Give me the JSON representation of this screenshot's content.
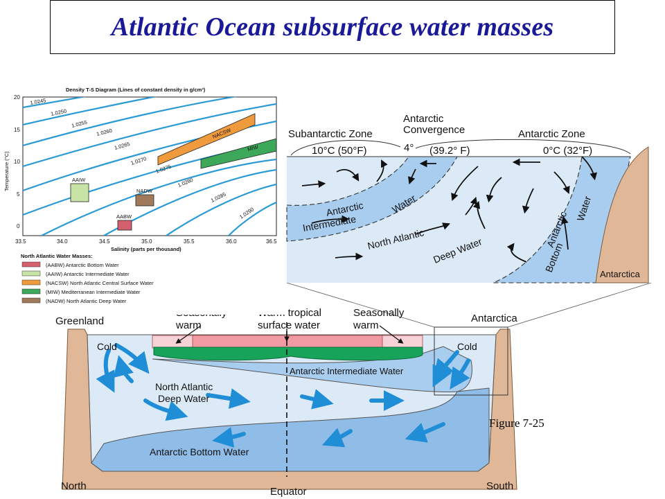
{
  "title": "Atlantic Ocean subsurface water masses",
  "figure_caption": "Figure 7-25",
  "colors": {
    "title": "#1a1a99",
    "isopycnal": "#2a9ad6",
    "land": "#e0b898",
    "water_light": "#dbeaf6",
    "water_blue": "#a9cdee",
    "arrow_blue": "#1f8ed6",
    "warm_pink": "#f09aa4",
    "warm_light": "#f6d2d6",
    "intermediate_green": "#17a45a"
  },
  "ts": {
    "title": "Density T-S Diagram (Lines of constant density in g/cm³)",
    "ylabel": "Temperature (°C)",
    "xlabel": "Salinity (parts per thousand)",
    "y_ticks": [
      "20",
      "15",
      "10",
      "5",
      "0"
    ],
    "x_ticks": [
      "33.5",
      "34.0",
      "34.5",
      "35.0",
      "35.5",
      "36.0",
      "36.5"
    ],
    "density_labels": [
      "1.0245",
      "1.0250",
      "1.0255",
      "1.0260",
      "1.0265",
      "1.0270",
      "1.0275",
      "1.0280",
      "1.0285",
      "1.0290"
    ],
    "box_labels": {
      "aaiw": "AAIW",
      "nadw": "NADW",
      "aabw": "AABW",
      "nacsw": "NACSW",
      "miw": "MIW"
    },
    "legend_title": "North Atlantic Water Masses:",
    "legend": [
      {
        "label": "(AABW) Antarctic Bottom Water",
        "color": "#d4606e"
      },
      {
        "label": "(AAIW) Antarctic Intermediate Water",
        "color": "#c8e3a6"
      },
      {
        "label": "(NACSW) North Atlantic Central Surface Water",
        "color": "#ef9a3c"
      },
      {
        "label": "(MIW) Mediterranean Intermediate Water",
        "color": "#3da85a"
      },
      {
        "label": "(NADW) North Atlantic Deep Water",
        "color": "#a07a5a"
      }
    ]
  },
  "inset": {
    "subantarctic_zone": "Subantarctic Zone",
    "convergence_line1": "Antarctic",
    "convergence_line2": "Convergence",
    "antarctic_zone": "Antarctic Zone",
    "temp_left": "10°C (50°F)",
    "temp_mid_c": "4°",
    "temp_mid_f": "(39.2° F)",
    "temp_right": "0°C (32°F)",
    "aaiw_1": "Antarctic",
    "aaiw_2": "Water",
    "aaiw_3": "Intermediate",
    "nadw_1": "North Atlantic",
    "nadw_2": "Deep Water",
    "aabw_1": "Antarctic",
    "aabw_2": "Water",
    "aabw_3": "Bottom",
    "antarctica": "Antarctica"
  },
  "section": {
    "greenland": "Greenland",
    "antarctica": "Antarctica",
    "seasonally_warm_left_1": "Seasonally",
    "seasonally_warm_left_2": "warm",
    "warm_tropical_1": "Warm tropical",
    "warm_tropical_2": "surface water",
    "seasonally_warm_right_1": "Seasonally",
    "seasonally_warm_right_2": "warm",
    "cold_left": "Cold",
    "cold_right": "Cold",
    "aaiw": "Antarctic Intermediate Water",
    "nadw_1": "North Atlantic",
    "nadw_2": "Deep Water",
    "aabw": "Antarctic Bottom Water",
    "north": "North",
    "equator": "Equator",
    "south": "South"
  }
}
